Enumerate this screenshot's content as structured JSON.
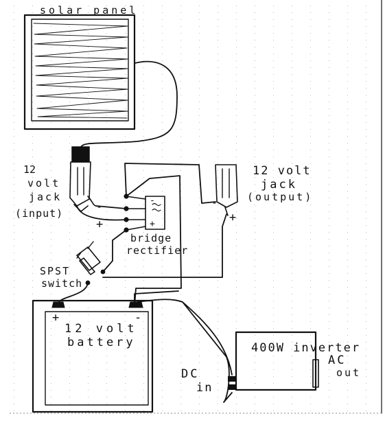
{
  "diagram": {
    "labels": {
      "solar_panel": "solar panel",
      "jack_in_l1": "12",
      "jack_in_l2": "volt",
      "jack_in_l3": "jack",
      "jack_in_l4": "(input)",
      "jack_out_l1": "12 volt",
      "jack_out_l2": "jack",
      "jack_out_l3": "(output)",
      "bridge_l1": "bridge",
      "bridge_l2": "rectifier",
      "spst_l1": "SPST",
      "spst_l2": "switch",
      "battery_l1": "12 volt",
      "battery_l2": "battery",
      "inverter": "400W inverter",
      "ac_l1": "AC",
      "ac_l2": "out",
      "dc_l1": "DC",
      "dc_l2": "in",
      "plus": "+",
      "minus": "-"
    }
  }
}
